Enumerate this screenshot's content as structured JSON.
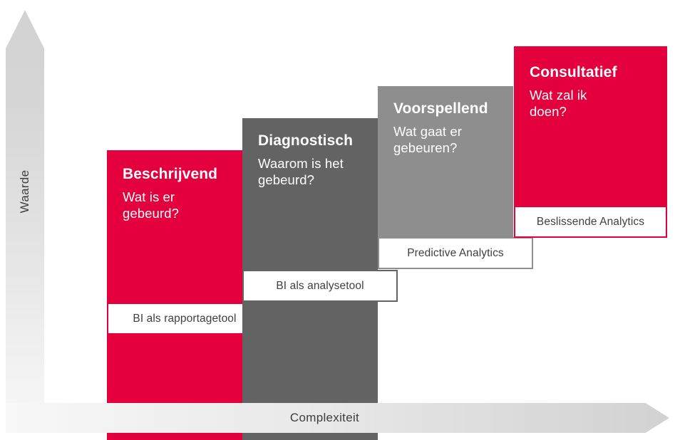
{
  "axes": {
    "vertical_label": "Waarde",
    "horizontal_label": "Complexiteit"
  },
  "colors": {
    "crimson": "#E4003C",
    "dark_gray": "#636363",
    "mid_gray": "#8E8E8E",
    "caption_text": "#404040",
    "axis_gray": "#D9D9D9"
  },
  "steps": [
    {
      "title": "Beschrijvend",
      "question": "Wat is er\ngebeurd?",
      "caption": "BI als rapportagetool",
      "fill": "#E4003C",
      "caption_border": "#E4003C"
    },
    {
      "title": "Diagnostisch",
      "question": "Waarom is het\ngebeurd?",
      "caption": "BI als analysetool",
      "fill": "#636363",
      "caption_border": "#636363"
    },
    {
      "title": "Voorspellend",
      "question": "Wat gaat er\ngebeuren?",
      "caption": "Predictive Analytics",
      "fill": "#8E8E8E",
      "caption_border": "#8E8E8E"
    },
    {
      "title": "Consultatief",
      "question": "Wat zal ik\ndoen?",
      "caption": "Beslissende Analytics",
      "fill": "#E4003C",
      "caption_border": "#E4003C"
    }
  ]
}
